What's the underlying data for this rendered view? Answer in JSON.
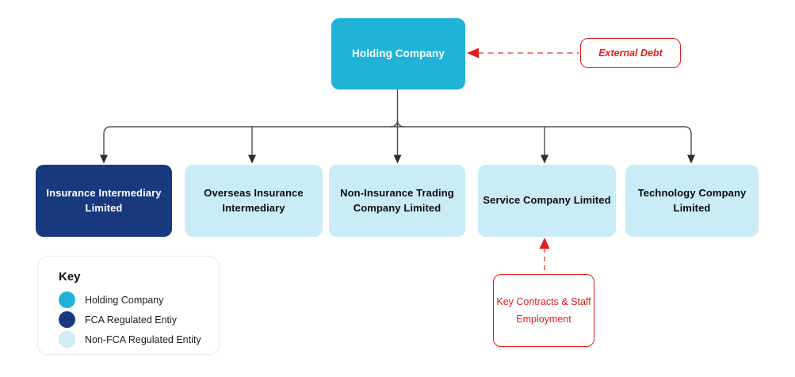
{
  "chart": {
    "root": {
      "label": "Holding Company"
    },
    "subsidiaries": [
      {
        "label": "Insurance Intermediary Limited",
        "category": "FCA Regulated"
      },
      {
        "label": "Overseas Insurance Intermediary",
        "category": "Non-FCA Regulated"
      },
      {
        "label": "Non-Insurance Trading Company Limited",
        "category": "Non-FCA Regulated"
      },
      {
        "label": "Service Company Limited",
        "category": "Non-FCA Regulated"
      },
      {
        "label": "Technology Company Limited",
        "category": "Non-FCA Regulated"
      }
    ]
  },
  "annotations": {
    "external_debt": {
      "label": "External Debt",
      "arrow_points_to": "Holding Company"
    },
    "key_contracts": {
      "lines": [
        "Key Contracts & Staff",
        "Employment"
      ],
      "arrow_points_to": "Service Company Limited"
    }
  },
  "legend": {
    "title": "Key",
    "items": [
      {
        "label": "Holding Company",
        "color": "#20b3d7"
      },
      {
        "label": "FCA Regulated Entiy",
        "color": "#19397f"
      },
      {
        "label": "Non-FCA Regulated Entity",
        "color": "#cfeef8"
      }
    ]
  },
  "colors": {
    "holding": "#20b3d7",
    "fca_regulated": "#19397f",
    "non_fca_regulated": "#c9ecf7",
    "annotation_red": "#e21d1d",
    "annotation_dash_red": "#f07f78",
    "connector": "#4f4f4f",
    "background": "#ffffff"
  }
}
